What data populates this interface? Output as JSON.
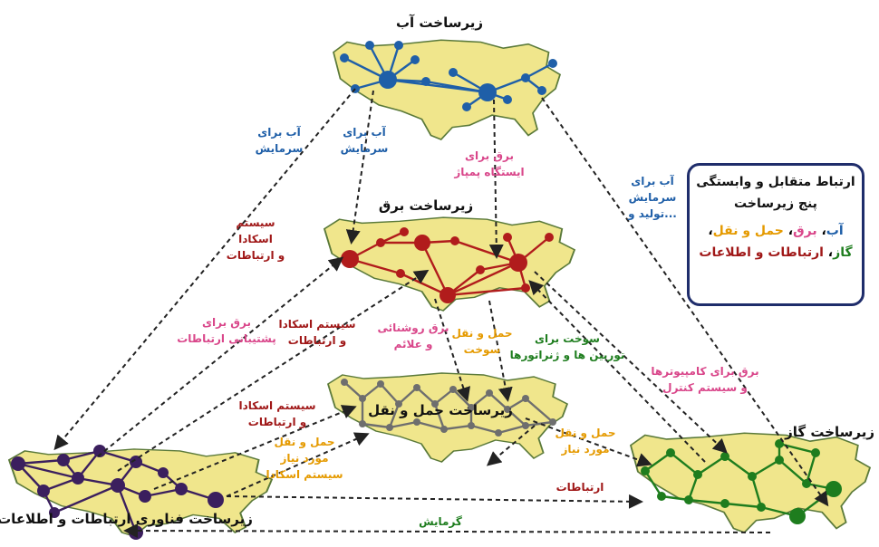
{
  "titles": {
    "water": "زیرساخت آب",
    "power": "زیرساخت برق",
    "transport": "زیرساخت حمل و نقل",
    "gas": "زیرساخت گاز",
    "ict": "زیرساخت فناوری ارتباطات و اطلاعات"
  },
  "legend": {
    "line1": "ارتباط متقابل و وابستگی",
    "line2": "پنج زیرساخت",
    "water": "آب",
    "power": "برق",
    "transport": "حمل و نقل",
    "gas": "گاز",
    "ict": "ارتباطات و اطلاعات",
    "sep": "، "
  },
  "colors": {
    "map_fill": "#f0e68c",
    "map_stroke": "#5b7a3a",
    "water": "#1f5fa8",
    "power": "#b11c1c",
    "transport": "#6e6e6e",
    "gas": "#1e7d1e",
    "ict": "#3b1f5e",
    "pink": "#d9468a",
    "orange": "#e59a00",
    "green_label": "#1e7d1e",
    "dark_red": "#a01818"
  },
  "labels": {
    "water_cool_1": [
      "آب برای",
      "سرمایش"
    ],
    "water_cool_2": [
      "آب برای",
      "سرمایش"
    ],
    "power_pump": [
      "برق برای",
      "ایستگاه پمپاژ"
    ],
    "water_gen": [
      "آب برای",
      "سرمایش",
      "تولید و..."
    ],
    "scada_1": [
      "سیستم",
      "اسکادا",
      "و ارتباطات"
    ],
    "power_support": [
      "برق برای",
      "پشتیبانی ارتباطات"
    ],
    "scada_2": [
      "سیستم اسکادا",
      "و ارتباطات"
    ],
    "lighting": [
      "برق روشنائی",
      "و علائم"
    ],
    "transport_fuel": [
      "حمل و نقل",
      "سوخت"
    ],
    "fuel_turbines": [
      "سوخت برای",
      "توربین ها و ژنراتورها"
    ],
    "power_comp": [
      "برق برای کامپیوترها",
      "و سیستم کنترل"
    ],
    "scada_3": [
      "سیستم اسکادا",
      "و ارتباطات"
    ],
    "transport_needs": [
      "حمل و نقل",
      "مورد نیاز",
      "سیستم اسکادا"
    ],
    "transport_needs_2": [
      "حمل و نقل",
      "مورد نیاز"
    ],
    "comms": "ارتباطات",
    "heating": "گرمایش"
  }
}
